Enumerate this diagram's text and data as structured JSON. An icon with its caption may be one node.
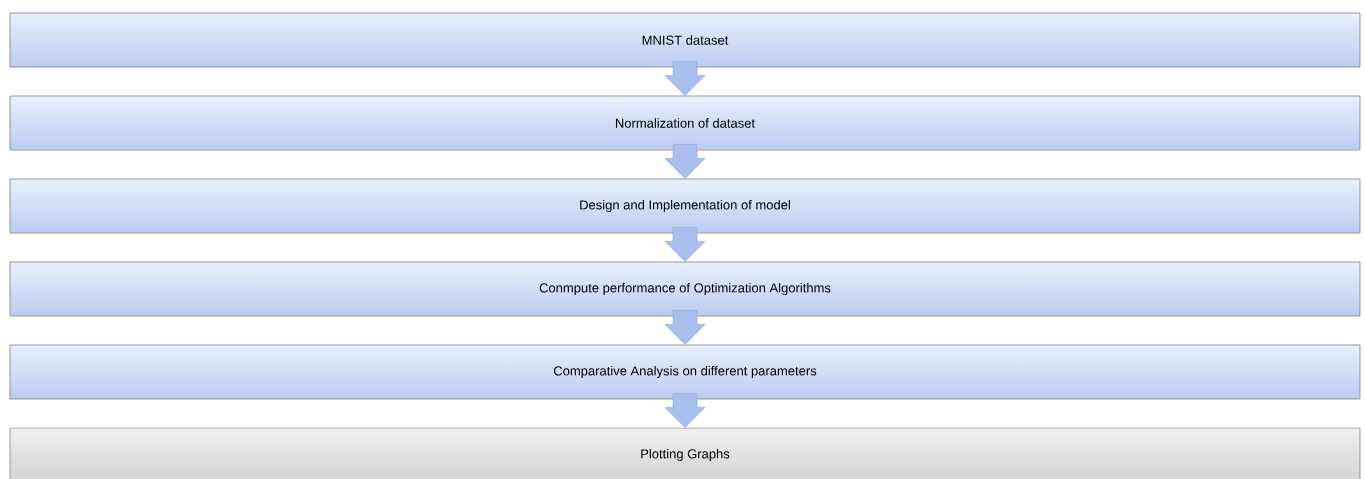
{
  "diagram": {
    "nodes": [
      {
        "text": [
          "MNIST dataset"
        ]
      },
      {
        "text": [
          "Normalization of dataset"
        ]
      },
      {
        "text": [
          "Design and Implementation of model"
        ]
      },
      {
        "text": [
          "Conmpute performance of Optimization Algorithms"
        ]
      },
      {
        "text": [
          "Comparative Analysis on different parameters"
        ]
      },
      {
        "text": [
          "Plotting Graphs"
        ]
      }
    ],
    "edges": [
      {
        "from": 0,
        "to": 1,
        "arrow": "to"
      },
      {
        "from": 1,
        "to": 2,
        "arrow": "to"
      },
      {
        "from": 2,
        "to": 3,
        "arrow": "to"
      },
      {
        "from": 3,
        "to": 4,
        "arrow": "to"
      },
      {
        "from": 4,
        "to": 5,
        "arrow": "to"
      }
    ]
  }
}
